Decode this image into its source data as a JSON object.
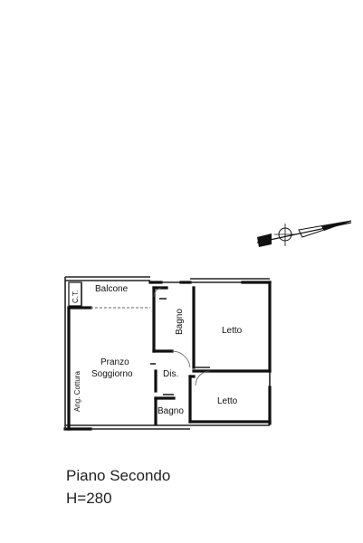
{
  "rooms": {
    "balcone": "Balcone",
    "ct": "C.T.",
    "ang_cottura": "Ang. Cottura",
    "pranzo_line1": "Pranzo",
    "pranzo_line2": "Soggiorno",
    "bagno_top": "Bagno",
    "letto_top": "Letto",
    "dis": "Dis.",
    "letto_bottom": "Letto",
    "bagno_bottom": "Bagno"
  },
  "caption": {
    "floor": "Piano Secondo",
    "height": "H=280"
  },
  "icons": {
    "compass": "north-arrow-compass-icon"
  }
}
